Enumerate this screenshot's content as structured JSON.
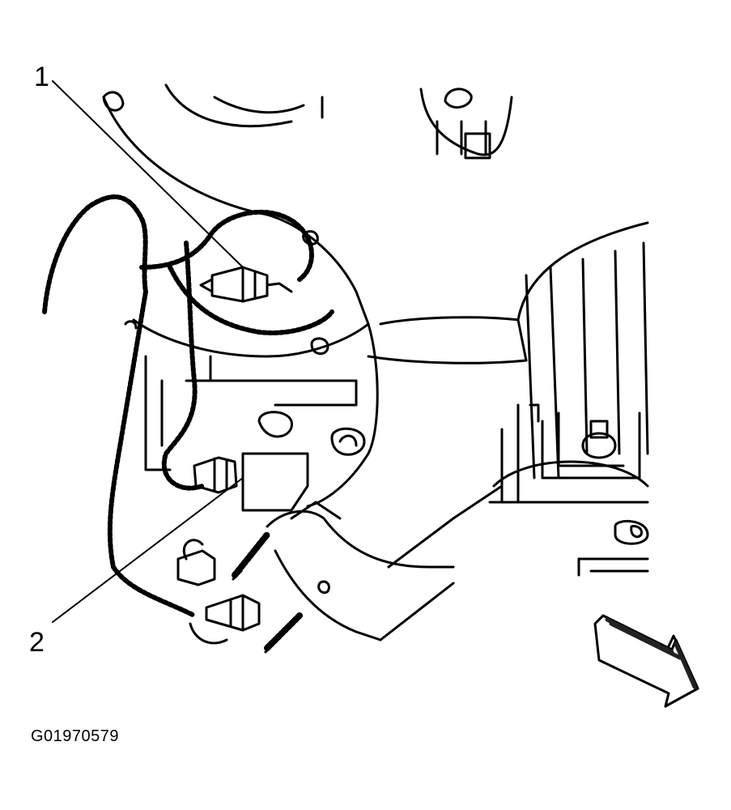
{
  "diagram": {
    "callouts": [
      {
        "label": "1"
      },
      {
        "label": "2"
      }
    ],
    "figure_id": "G01970579",
    "colors": {
      "line": "#000000",
      "background": "#ffffff",
      "hatch": "#222222"
    }
  }
}
